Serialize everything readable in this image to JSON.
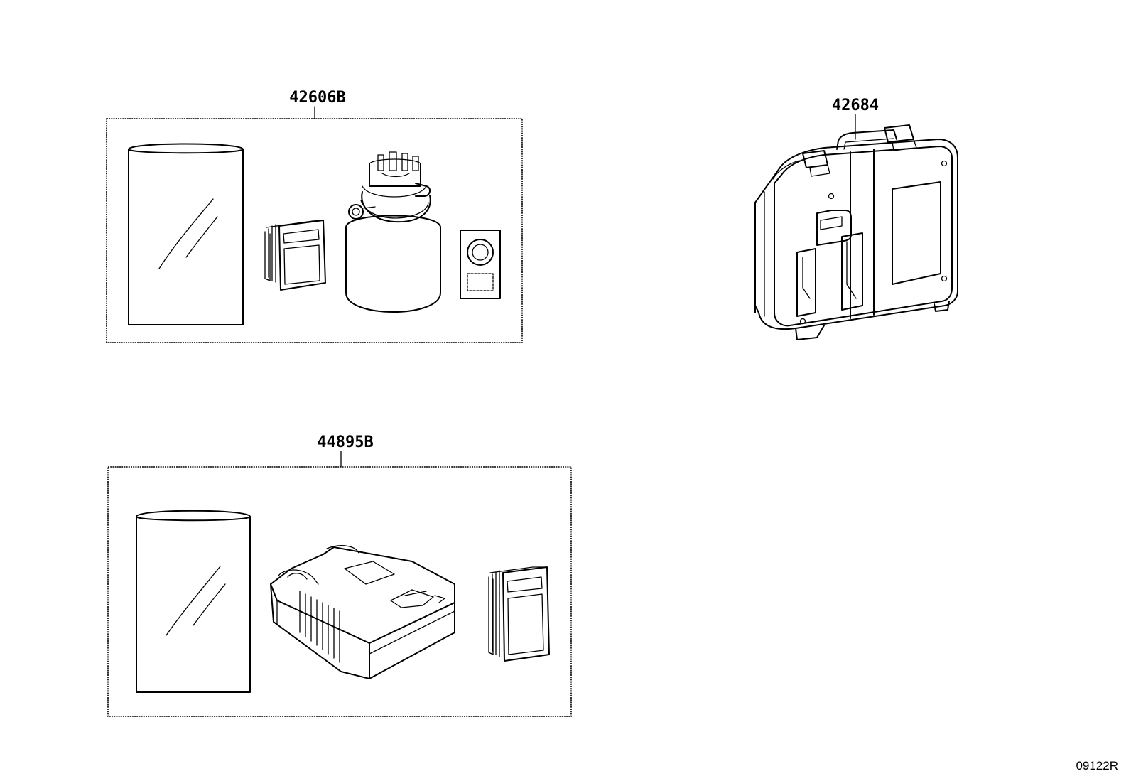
{
  "parts": {
    "kit_1": {
      "part_number": "42606B"
    },
    "kit_2": {
      "part_number": "44895B"
    },
    "case": {
      "part_number": "42684"
    }
  },
  "diagram_code": "09122R"
}
